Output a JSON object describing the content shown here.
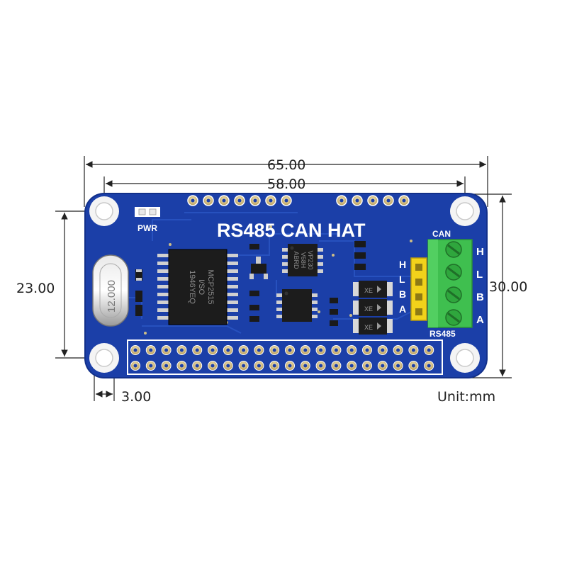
{
  "dimensions": {
    "total_width": "65.00",
    "hole_spacing_x": "58.00",
    "hole_spacing_y": "23.00",
    "total_height": "30.00",
    "hole_offset": "3.00",
    "unit": "Unit:mm"
  },
  "board": {
    "title": "RS485 CAN HAT",
    "pwr_label": "PWR",
    "can_label": "CAN",
    "rs485_label": "RS485",
    "terminal_left_labels": [
      "H",
      "L",
      "B",
      "A"
    ],
    "terminal_right_labels": [
      "H",
      "L",
      "B",
      "A"
    ],
    "crystal_text": "12.000",
    "main_chip_text": [
      "MCP2515",
      "I/SO",
      "1946YEQ"
    ],
    "small_chip_text": [
      "VP230",
      "V68H",
      "ABRD"
    ],
    "diode_text": "XE"
  },
  "colors": {
    "pcb": "#1b3fa8",
    "pcb_edge": "#12308a",
    "terminal": "#3fbf4f",
    "header_yellow": "#f2d21b"
  },
  "icons": [
    "mounting-hole-icon",
    "pin-header-icon",
    "screw-terminal-icon"
  ]
}
